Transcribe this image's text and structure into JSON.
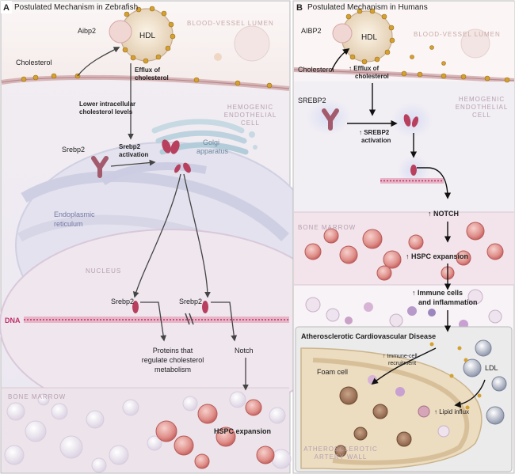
{
  "panel_a": {
    "letter": "A",
    "title": "Postulated Mechanism in Zebrafish",
    "aibp2": "Aibp2",
    "hdl": "HDL",
    "cholesterol": "Cholesterol",
    "efflux": [
      "Efflux of",
      "cholesterol"
    ],
    "lumen": "BLOOD-VESSEL LUMEN",
    "hemogenic": [
      "HEMOGENIC",
      "ENDOTHELIAL",
      "CELL"
    ],
    "lower": [
      "Lower intracellular",
      "cholesterol levels"
    ],
    "srebp2": "Srebp2",
    "activation": [
      "Srebp2",
      "activation"
    ],
    "golgi": [
      "Golgi",
      "apparatus"
    ],
    "er": [
      "Endoplasmic",
      "reticulum"
    ],
    "nucleus": "NUCLEUS",
    "srebp2_left": "Srebp2",
    "srebp2_right": "Srebp2",
    "dna": "DNA",
    "proteins": [
      "Proteins that",
      "regulate cholesterol",
      "metabolism"
    ],
    "notch": "Notch",
    "bone_marrow": "BONE MARROW",
    "hspc": "HSPC expansion"
  },
  "panel_b": {
    "letter": "B",
    "title": "Postulated Mechanism in Humans",
    "aibp2": "AIBP2",
    "hdl": "HDL",
    "lumen": "BLOOD-VESSEL LUMEN",
    "cholesterol": "Cholesterol",
    "efflux": [
      "↑ Efflux of",
      "cholesterol"
    ],
    "srebp2": "SREBP2",
    "hemogenic": [
      "HEMOGENIC",
      "ENDOTHELIAL",
      "CELL"
    ],
    "activation": [
      "↑ SREBP2",
      "activation"
    ],
    "notch": "↑ NOTCH",
    "bone_marrow": "BONE MARROW",
    "hspc": "↑ HSPC expansion",
    "immune": [
      "↑ Immune cells",
      "and inflammation"
    ],
    "ascvd": "Atherosclerotic Cardiovascular Disease",
    "recruitment": [
      "↑ Immune-cell",
      "recruitment"
    ],
    "foam": "Foam cell",
    "ldl": "LDL",
    "lipid": "↑ Lipid influx",
    "wall": [
      "ATHEROSCLEROTIC",
      "ARTERY WALL"
    ]
  },
  "colors": {
    "srebp": "#b8405e",
    "cholesterol": "#d4a030",
    "dna": "#c0306a",
    "marrow_cell": "#d98080",
    "arrow": "#444444"
  }
}
